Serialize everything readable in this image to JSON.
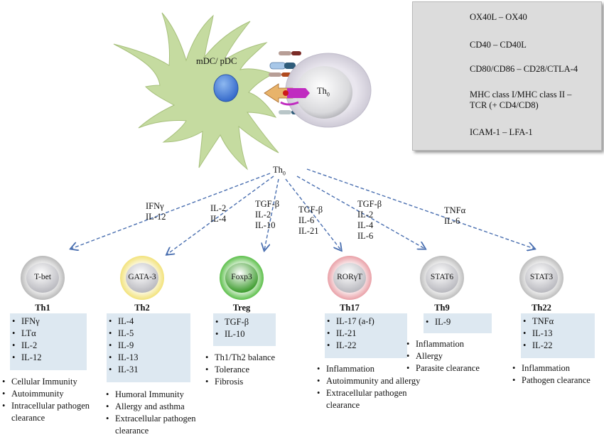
{
  "dc_label": "mDC/ pDC",
  "th0_in_dc": {
    "main": "Th",
    "sub": "0"
  },
  "th0_center": {
    "main": "Th",
    "sub": "0"
  },
  "legend": [
    {
      "label": "OX40L – OX40"
    },
    {
      "label": "CD40 – CD40L"
    },
    {
      "label": "CD80/CD86 – CD28/CTLA-4"
    },
    {
      "label": "MHC class I/MHC class II –\nTCR (+ CD4/CD8)"
    },
    {
      "label": "ICAM-1 – LFA-1"
    }
  ],
  "cytokine_labels": [
    {
      "lines": [
        "IFNγ",
        "IL-12"
      ]
    },
    {
      "lines": [
        "IL-2",
        "IL-4"
      ]
    },
    {
      "lines": [
        "TGF-β",
        "IL-2",
        "IL-10"
      ]
    },
    {
      "lines": [
        "TGF-β",
        "IL-6",
        "IL-21"
      ]
    },
    {
      "lines": [
        "TGF-β",
        "IL-2",
        "IL-4",
        "IL-6"
      ]
    },
    {
      "lines": [
        "TNFα",
        "IL-6"
      ]
    }
  ],
  "subsets": [
    {
      "tf": "T-bet",
      "name": "Th1",
      "color": "#b9b9b9",
      "products": [
        "IFNγ",
        "LTα",
        "IL-2",
        "IL-12"
      ],
      "functions": [
        "Cellular Immunity",
        "Autoimmunity",
        "Intracellular pathogen clearance"
      ]
    },
    {
      "tf": "GATA-3",
      "name": "Th2",
      "color": "#f2e27a",
      "products": [
        "IL-4",
        "IL-5",
        "IL-9",
        "IL-13",
        "IL-31"
      ],
      "functions": [
        "Humoral Immunity",
        "Allergy and asthma",
        "Extracellular pathogen clearance"
      ]
    },
    {
      "tf": "Foxp3",
      "name": "Treg",
      "color": "#5cbf4a",
      "products": [
        "TGF-β",
        "IL-10"
      ],
      "functions": [
        "Th1/Th2 balance",
        "Tolerance",
        "Fibrosis"
      ]
    },
    {
      "tf": "RORγT",
      "name": "Th17",
      "color": "#e9a0a7",
      "products": [
        "IL-17 (a-f)",
        "IL-21",
        "IL-22"
      ],
      "functions": [
        "Inflammation",
        "Autoimmunity and allergy",
        "Extracellular pathogen clearance"
      ]
    },
    {
      "tf": "STAT6",
      "name": "Th9",
      "color": "#bdbdbd",
      "products": [
        "IL-9"
      ],
      "functions": [
        "Inflammation",
        "Allergy",
        "Parasite clearance"
      ]
    },
    {
      "tf": "STAT3",
      "name": "Th22",
      "color": "#bdbdbd",
      "products": [
        "TNFα",
        "IL-13",
        "IL-22"
      ],
      "functions": [
        "Inflammation",
        "Pathogen clearance"
      ]
    }
  ]
}
